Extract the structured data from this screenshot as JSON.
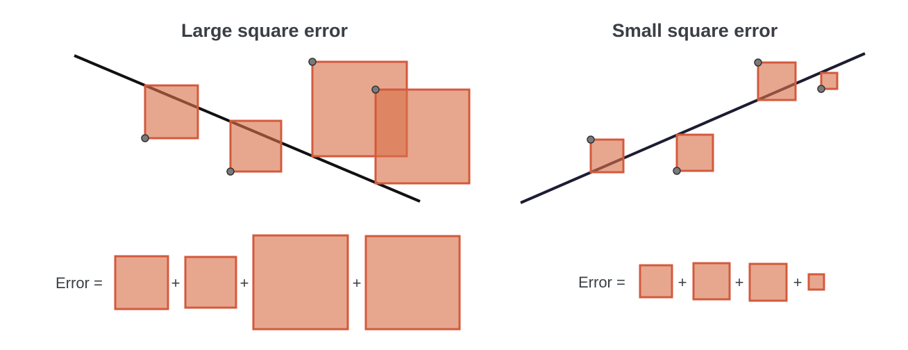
{
  "colors": {
    "square_fill": "#e3a083",
    "square_stroke": "#d35a3c",
    "point": "#7a7a7a",
    "line_large": "#111111",
    "line_small": "#1c1c33",
    "text": "#3a3f45"
  },
  "panels": [
    {
      "title": "Large square error",
      "equation": {
        "lhs": "Error =",
        "plus": "+"
      }
    },
    {
      "title": "Small square error",
      "equation": {
        "lhs": "Error =",
        "plus": "+"
      }
    }
  ]
}
